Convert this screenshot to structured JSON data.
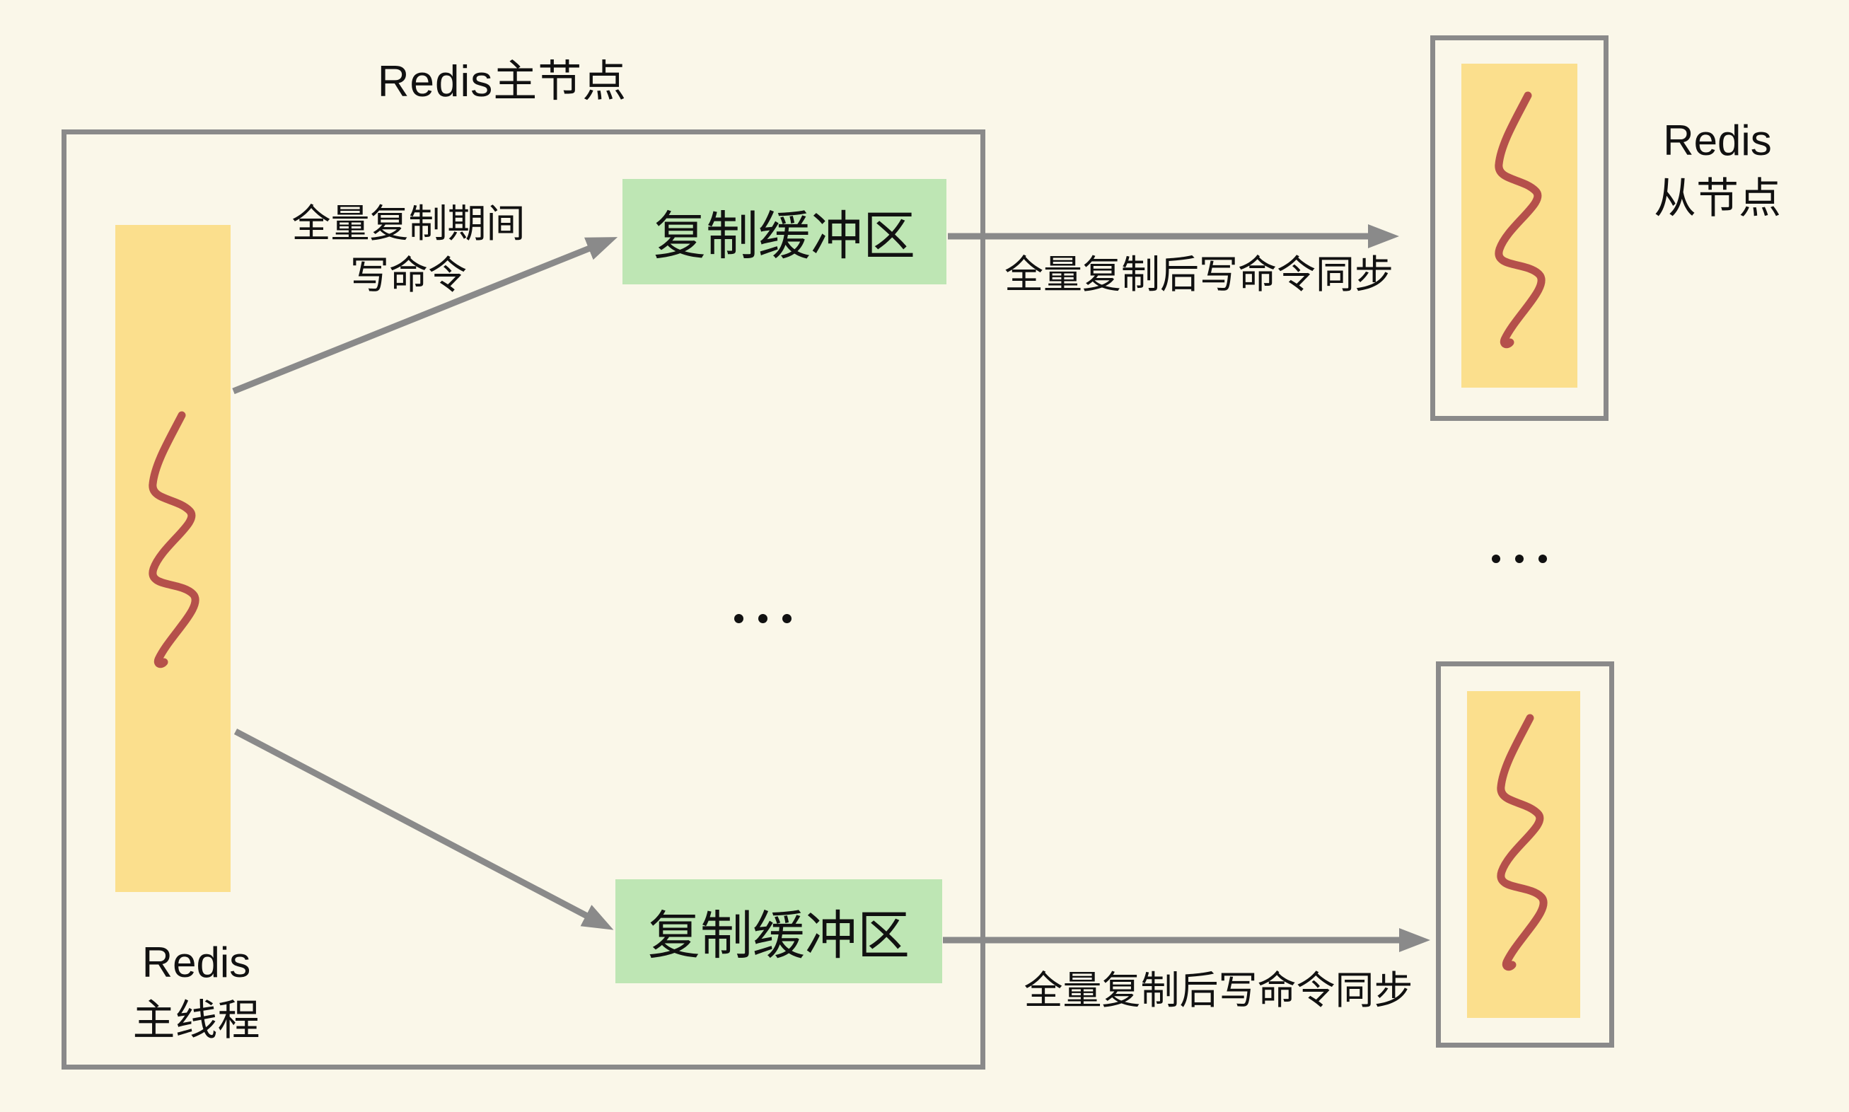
{
  "diagram": {
    "master_node": {
      "title": "Redis主节点",
      "main_thread_label_line1": "Redis",
      "main_thread_label_line2": "主线程",
      "buffer_top_label": "复制缓冲区",
      "buffer_bottom_label": "复制缓冲区"
    },
    "slave_node": {
      "label_line1": "Redis",
      "label_line2": "从节点"
    },
    "arrow_labels": {
      "during_full_copy_line1": "全量复制期间",
      "during_full_copy_line2": "写命令",
      "after_full_copy_top": "全量复制后写命令同步",
      "after_full_copy_bottom": "全量复制后写命令同步"
    },
    "ellipsis_middle": "...",
    "ellipsis_right": "...",
    "colors": {
      "background": "#faf7e9",
      "bar_yellow": "#fbdf8d",
      "buffer_green": "#bee6b4",
      "line_gray": "#8a8a8a",
      "squiggle_red": "#b5504b",
      "text_black": "#111111"
    }
  }
}
